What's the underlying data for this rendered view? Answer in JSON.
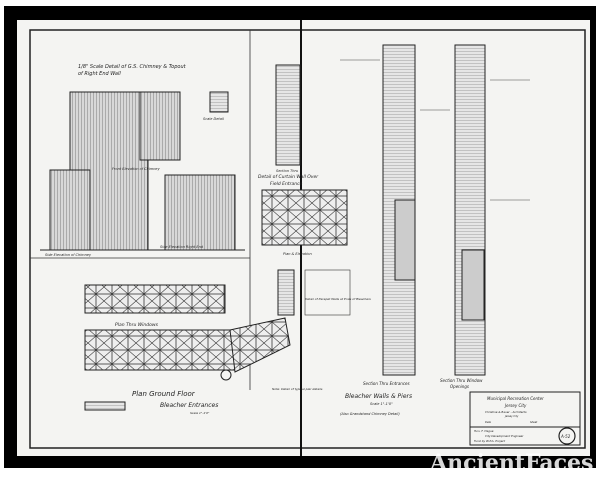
{
  "sheet": {
    "title_left": "1/8\" Scale Detail of G.S. Chimney & Topout",
    "title_left_2": "of Right End Wall",
    "front_elevation": "Front Elevation of Chimney",
    "side_elevation_chimney": "Side Elevation of Chimney",
    "side_elevation_right": "Side Elevation Right End",
    "scale_detail": "Scale Detail",
    "section_thru": "Section Thru",
    "curtain_wall": "Detail of Curtain Wall Over",
    "curtain_wall_2": "Field Entrance",
    "plan_elevation": "Plan & Elevation",
    "parapet": "Detail of Parapet Walls at Ends of Bleachers",
    "plan_thru_windows": "Plan Thru Windows",
    "plan_ground_floor": "Plan Ground Floor",
    "bleacher_entrances": "Bleacher Entrances",
    "scale_plan": "Scale 1\"-1'0\"",
    "note": "Note: Detail of typical pier details",
    "section_entrances": "Section Thru Entrances",
    "section_window": "Section Thru Window",
    "section_window_2": "Openings",
    "bleacher_walls": "Bleacher Walls & Piers",
    "scale_walls": "Scale 1\"-1'0\"",
    "also": "(Also Grandstand Chimney Detail)"
  },
  "title_block": {
    "project": "Municipal Recreation Center",
    "city": "Jersey City",
    "line3": "Christine & Bauer - Architects",
    "line4": "Jersey City",
    "drawn": "Date",
    "sheet": "Sheet",
    "mayor": "Hon. F. Hague",
    "line6": "City Development Engineer",
    "line7": "Fund by W.P.A. Project",
    "sheet_no": "A-52"
  },
  "watermark": "AncientFaces",
  "colors": {
    "background": "#000000",
    "paper": "#f4f4f2",
    "ink": "#222222"
  }
}
